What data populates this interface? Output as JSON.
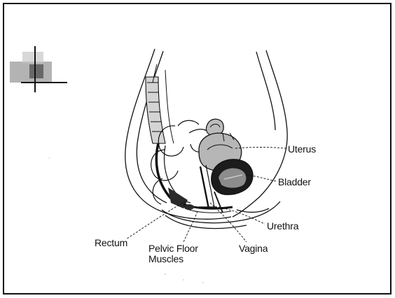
{
  "labels": {
    "uterus": "Uterus",
    "bladder": "Bladder",
    "urethra": "Urethra",
    "vagina": "Vagina",
    "rectum": "Rectum",
    "pelvic_floor_line1": "Pelvic Floor",
    "pelvic_floor_line2": "Muscles"
  },
  "colors": {
    "ink": "#111111",
    "shade": "#9a9a9a",
    "light_shade": "#d4d4d4",
    "background": "#ffffff"
  }
}
